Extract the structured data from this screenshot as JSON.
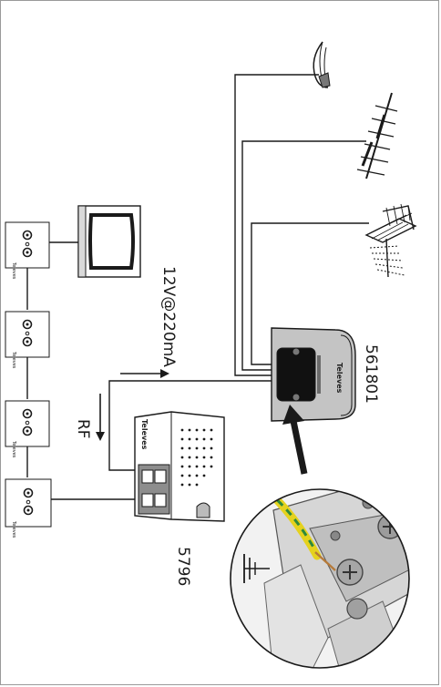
{
  "labels": {
    "power": "12V@220mA",
    "rf": "RF",
    "amplifier_code": "561801",
    "power_supply_code": "5796"
  },
  "brand": {
    "name": "Televes"
  },
  "icons": {
    "ground": "ground-symbol-icon",
    "tv": "television-icon",
    "satellite": "satellite-dish-icon",
    "vhf_antenna": "yagi-antenna-icon",
    "uhf_antenna": "panel-antenna-icon",
    "outlet": "wall-outlet-icon"
  },
  "outlets": [
    {
      "brand": "Televes"
    },
    {
      "brand": "Televes"
    },
    {
      "brand": "Televes"
    },
    {
      "brand": "Televes"
    }
  ],
  "colors": {
    "line": "#1a1a1a",
    "ground_wire_yellow": "#e5d21e",
    "ground_wire_green": "#2f8a3c",
    "device_grey": "#bdbdbd"
  }
}
